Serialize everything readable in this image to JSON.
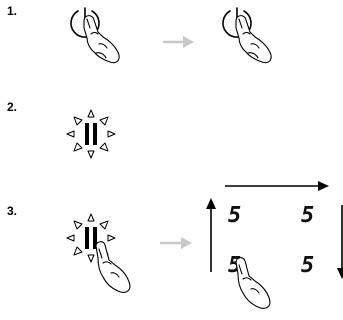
{
  "steps": [
    {
      "number": "1."
    },
    {
      "number": "2."
    },
    {
      "number": "3."
    }
  ],
  "zones": [
    "5",
    "5",
    "5",
    "5"
  ],
  "colors": {
    "arrow_gray": "#c8c8c8",
    "ink": "#000000"
  }
}
